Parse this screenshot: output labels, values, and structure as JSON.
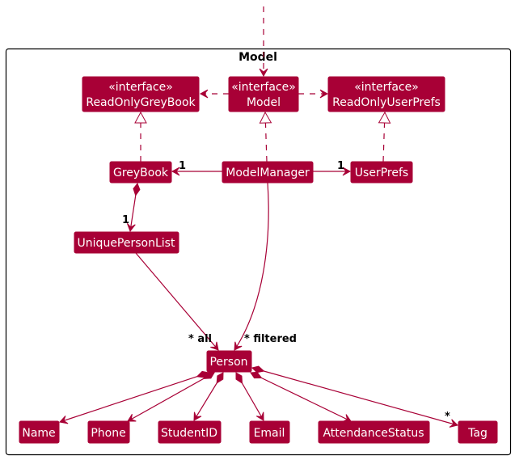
{
  "package": {
    "title": "Model"
  },
  "colors": {
    "class_fill": "#A80036",
    "class_text": "#FFFFFF",
    "edge": "#A80036",
    "frame": "#000000"
  },
  "classes": {
    "readonly_greybook": {
      "stereotype": "«interface»",
      "name": "ReadOnlyGreyBook"
    },
    "model": {
      "stereotype": "«interface»",
      "name": "Model"
    },
    "readonly_userprefs": {
      "stereotype": "«interface»",
      "name": "ReadOnlyUserPrefs"
    },
    "greybook": {
      "name": "GreyBook"
    },
    "model_manager": {
      "name": "ModelManager"
    },
    "user_prefs": {
      "name": "UserPrefs"
    },
    "unique_person_list": {
      "name": "UniquePersonList"
    },
    "person": {
      "name": "Person"
    },
    "name": {
      "name": "Name"
    },
    "phone": {
      "name": "Phone"
    },
    "student_id": {
      "name": "StudentID"
    },
    "email": {
      "name": "Email"
    },
    "attendance_status": {
      "name": "AttendanceStatus"
    },
    "tag": {
      "name": "Tag"
    }
  },
  "multiplicities": {
    "mm_to_greybook": "1",
    "mm_to_userprefs": "1",
    "greybook_to_upl": "1",
    "upl_to_person": "* all",
    "mm_to_person": "* filtered",
    "person_to_tag": "*"
  }
}
